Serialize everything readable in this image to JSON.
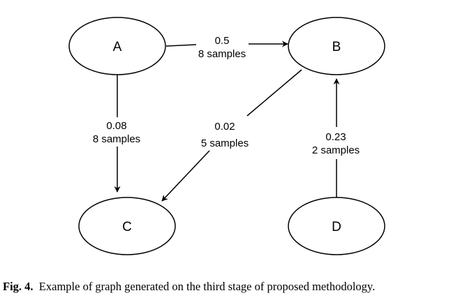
{
  "nodes": {
    "A": {
      "label": "A"
    },
    "B": {
      "label": "B"
    },
    "C": {
      "label": "C"
    },
    "D": {
      "label": "D"
    }
  },
  "edges": {
    "a_b": {
      "from": "A",
      "to": "B",
      "weight": "0.5",
      "samples": "8 samples"
    },
    "a_c": {
      "from": "A",
      "to": "C",
      "weight": "0.08",
      "samples": "8 samples"
    },
    "b_c": {
      "from": "B",
      "to": "C",
      "weight": "0.02",
      "samples": "5 samples"
    },
    "d_b": {
      "from": "D",
      "to": "B",
      "weight": "0.23",
      "samples": "2 samples"
    }
  },
  "caption": {
    "label": "Fig. 4.",
    "text": "Example of graph generated on the third stage of proposed methodology."
  },
  "colors": {
    "stroke": "#000000",
    "background": "#ffffff"
  }
}
